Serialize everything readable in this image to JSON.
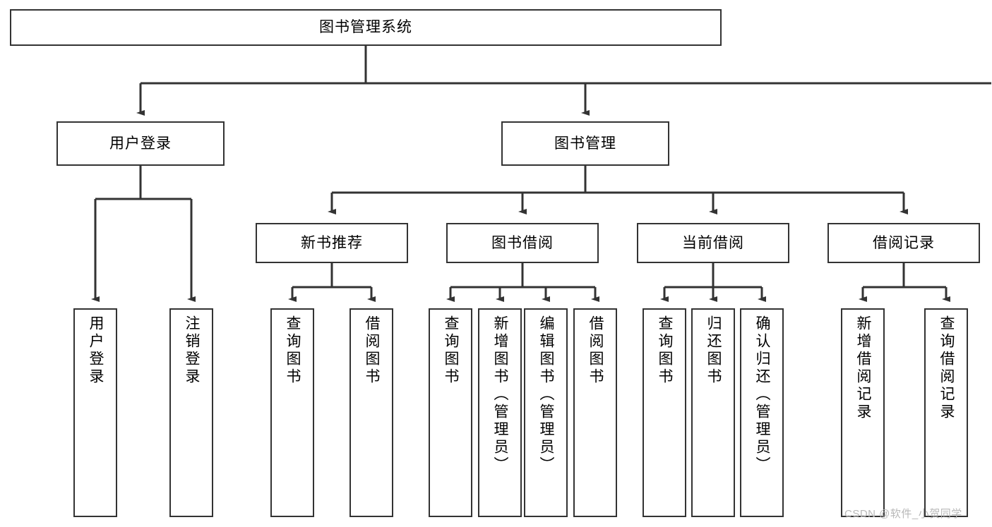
{
  "diagram": {
    "type": "tree-hierarchy-chart",
    "title": "图书管理系统",
    "background_color": "#ffffff",
    "box_border_color": "#333333",
    "connector_color": "#333333",
    "root": {
      "id": "root",
      "label": "图书管理系统",
      "orientation": "horizontal"
    },
    "level2": [
      {
        "id": "user-login",
        "label": "用户登录",
        "orientation": "horizontal"
      },
      {
        "id": "book-manage",
        "label": "图书管理",
        "orientation": "horizontal"
      }
    ],
    "level3": [
      {
        "id": "new-book-recommend",
        "label": "新书推荐",
        "orientation": "horizontal",
        "parent": "book-manage"
      },
      {
        "id": "book-borrow",
        "label": "图书借阅",
        "orientation": "horizontal",
        "parent": "book-manage"
      },
      {
        "id": "current-borrow",
        "label": "当前借阅",
        "orientation": "horizontal",
        "parent": "book-manage"
      },
      {
        "id": "borrow-record",
        "label": "借阅记录",
        "orientation": "horizontal",
        "parent": "book-manage"
      }
    ],
    "leaves": [
      {
        "id": "leaf-user-login",
        "label": "用户登录",
        "orientation": "vertical",
        "parent": "user-login"
      },
      {
        "id": "leaf-user-logout",
        "label": "注销登录",
        "orientation": "vertical",
        "parent": "user-login"
      },
      {
        "id": "leaf-query-book-1",
        "label": "查询图书",
        "orientation": "vertical",
        "parent": "new-book-recommend"
      },
      {
        "id": "leaf-borrow-book-1",
        "label": "借阅图书",
        "orientation": "vertical",
        "parent": "new-book-recommend"
      },
      {
        "id": "leaf-query-book-2",
        "label": "查询图书",
        "orientation": "vertical",
        "parent": "book-borrow"
      },
      {
        "id": "leaf-add-book",
        "label": "新增图书（管理员）",
        "orientation": "vertical",
        "parent": "book-borrow"
      },
      {
        "id": "leaf-edit-book",
        "label": "编辑图书（管理员）",
        "orientation": "vertical",
        "parent": "book-borrow"
      },
      {
        "id": "leaf-borrow-book-2",
        "label": "借阅图书",
        "orientation": "vertical",
        "parent": "book-borrow"
      },
      {
        "id": "leaf-query-book-3",
        "label": "查询图书",
        "orientation": "vertical",
        "parent": "current-borrow"
      },
      {
        "id": "leaf-return-book",
        "label": "归还图书",
        "orientation": "vertical",
        "parent": "current-borrow"
      },
      {
        "id": "leaf-confirm-return",
        "label": "确认归还（管理员）",
        "orientation": "vertical",
        "parent": "current-borrow"
      },
      {
        "id": "leaf-add-record",
        "label": "新增借阅记录",
        "orientation": "vertical",
        "parent": "borrow-record"
      },
      {
        "id": "leaf-query-record",
        "label": "查询借阅记录",
        "orientation": "vertical",
        "parent": "borrow-record"
      }
    ]
  },
  "watermark": {
    "text": "CSDN @软件_小贺同学",
    "color": "#b8b8b8"
  }
}
